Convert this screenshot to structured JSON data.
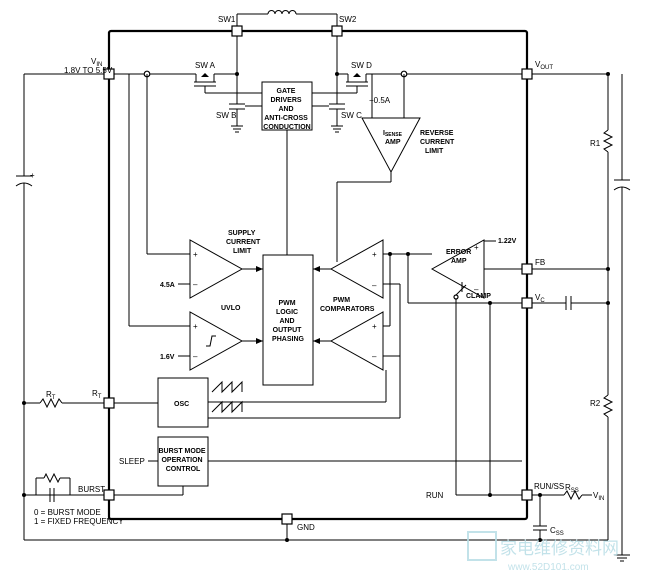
{
  "pins": {
    "sw1": "SW1",
    "sw2": "SW2",
    "vin": "V",
    "vin_sub": "IN",
    "vin_range": "1.8V TO 5.5V",
    "vout": "V",
    "vout_sub": "OUT",
    "fb": "FB",
    "vc": "V",
    "vc_sub": "C",
    "rt": "R",
    "rt_sub": "T",
    "burst": "BURST",
    "gnd": "GND",
    "run_ss": "RUN/SS"
  },
  "switches": {
    "a": "SW A",
    "b": "SW B",
    "c": "SW C",
    "d": "SW D"
  },
  "blocks": {
    "gate_drivers": [
      "GATE",
      "DRIVERS",
      "AND",
      "ANTI-CROSS",
      "CONDUCTION"
    ],
    "pwm_logic": [
      "PWM",
      "LOGIC",
      "AND",
      "OUTPUT",
      "PHASING"
    ],
    "osc": "OSC",
    "burst_control": [
      "BURST MODE",
      "OPERATION",
      "CONTROL"
    ]
  },
  "amps": {
    "isense_i": "I",
    "isense_sub": "SENSE",
    "isense_amp": "AMP",
    "isense_offset": "−0.5A",
    "reverse": [
      "REVERSE",
      "CURRENT",
      "LIMIT"
    ],
    "supply": [
      "SUPPLY",
      "CURRENT",
      "LIMIT"
    ],
    "supply_ref": "4.5A",
    "uvlo": "UVLO",
    "uvlo_ref": "1.6V",
    "pwm_comparators": [
      "PWM",
      "COMPARATORS"
    ],
    "error_amp": [
      "ERROR",
      "AMP"
    ],
    "ref_voltage": "1.22V",
    "clamp": "CLAMP",
    "plus": "+",
    "minus": "–"
  },
  "signals": {
    "sleep": "SLEEP",
    "run": "RUN"
  },
  "external": {
    "r1": "R1",
    "r2": "R2",
    "rt": "R",
    "rt_sub": "T",
    "rss": "R",
    "rss_sub": "SS",
    "rss_vin": "V",
    "rss_vin_sub": "IN",
    "css": "C",
    "css_sub": "SS",
    "cap_plus": "+",
    "burst_legend": [
      "0 = BURST MODE",
      "1 = FIXED FREQUENCY"
    ]
  },
  "watermark": {
    "cn": "家电维修资料网",
    "url": "www.52D101.com"
  },
  "colors": {
    "ink": "#000000",
    "watermark": "#b8dde6"
  }
}
